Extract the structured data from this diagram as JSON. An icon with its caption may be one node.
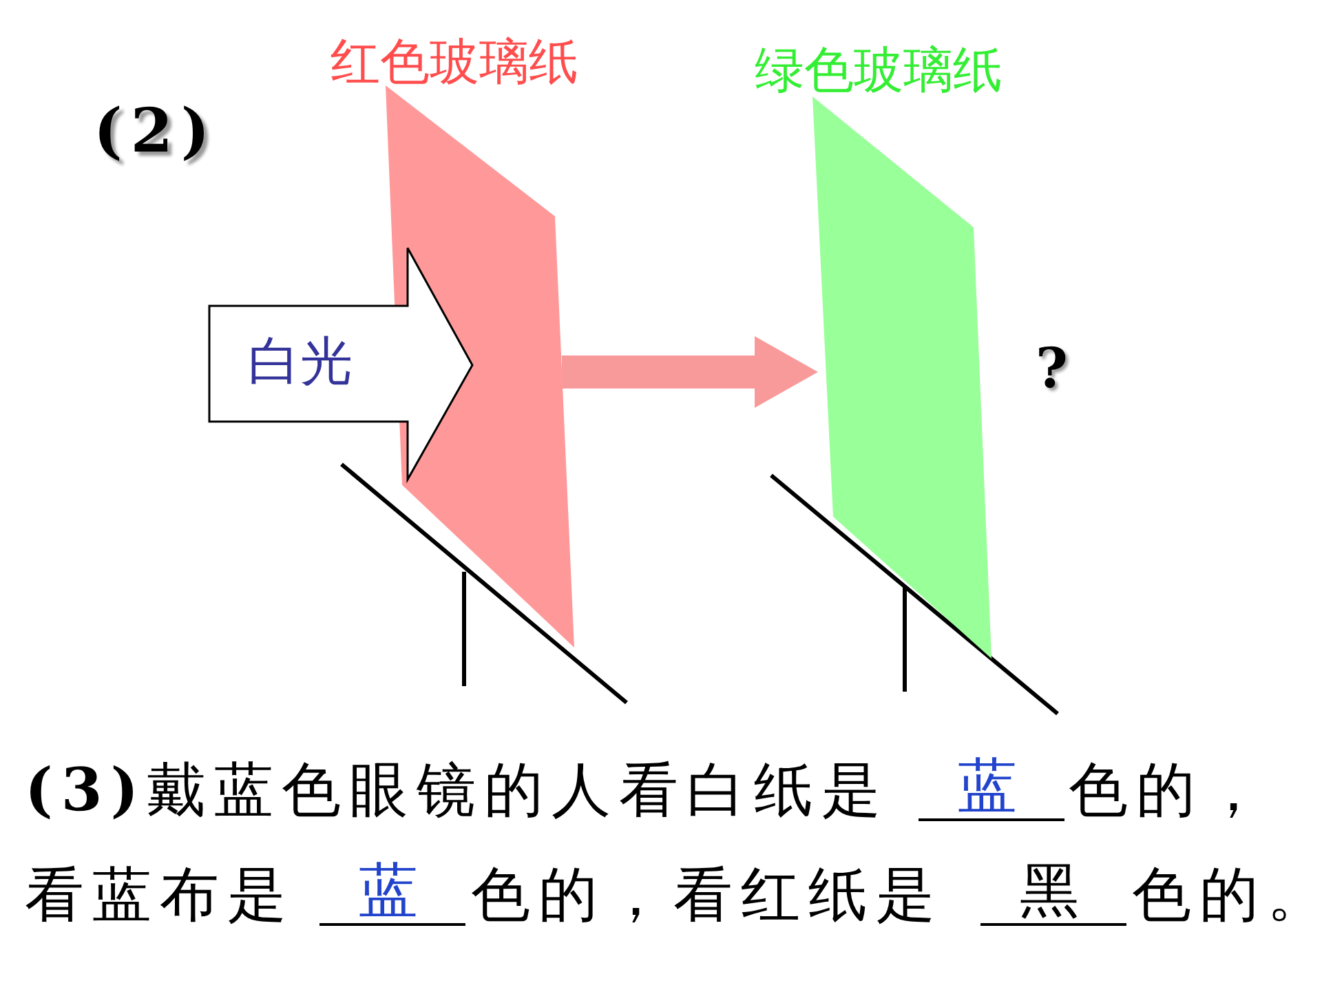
{
  "diagram": {
    "nodes": [
      {
        "text": [
          "白光"
        ]
      },
      {
        "text": [
          "红色玻璃纸"
        ]
      },
      {
        "text": [
          "绿色玻璃纸"
        ],
        "beside": [
          "?"
        ]
      }
    ],
    "edges": [
      {
        "from": 1,
        "to": 2,
        "arrow": "to",
        "color": "#f99a9a"
      }
    ],
    "labels": [
      "(2)",
      "**(3)**戴蓝色眼镜的人看白纸是",
      "蓝",
      "色的，",
      "看蓝布是",
      "蓝",
      "色的，看红纸是",
      "黑",
      "色的。"
    ]
  }
}
